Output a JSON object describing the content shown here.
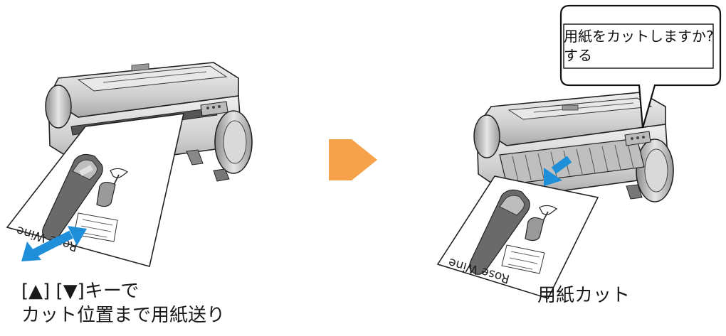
{
  "left_caption": {
    "line1": "[▲] [▼]キーで",
    "line2": "カット位置まで用紙送り"
  },
  "right_caption": {
    "text": "用紙カット"
  },
  "speech_bubble": {
    "line1": "用紙をカットしますか?",
    "line2": "する"
  },
  "printout_label": "Rose Wine",
  "colors": {
    "step_arrow": "#f6a24a",
    "motion_arrow": "#1e8fd8",
    "printer_body": "#cfcfcf",
    "outline": "#222222"
  },
  "icons": [
    "printer",
    "paper-sheet",
    "double-arrow",
    "next-step-arrow",
    "down-arrow",
    "speech-bubble"
  ]
}
